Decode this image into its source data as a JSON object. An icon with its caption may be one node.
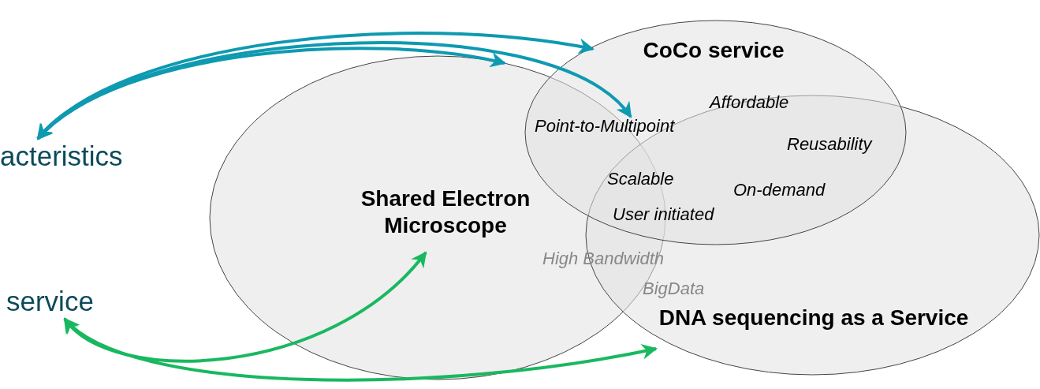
{
  "diagram": {
    "nodes": [
      {
        "text": [
          "acteristics"
        ]
      },
      {
        "text": [
          "service"
        ]
      },
      {
        "text": [
          "Shared Electron Microscope"
        ]
      },
      {
        "text": [
          "CoCo service"
        ]
      },
      {
        "text": [
          "DNA sequencing as a Service"
        ]
      },
      {
        "text": [
          "Point-to-Multipoint"
        ],
        "in": 3
      }
    ],
    "edges": [
      {
        "from": 0,
        "to": 3,
        "arrow": "both"
      },
      {
        "from": 0,
        "to": 2,
        "arrow": "both"
      },
      {
        "from": 0,
        "to": 5,
        "arrow": "both"
      },
      {
        "from": 1,
        "to": 2,
        "arrow": "both",
        "color": "#19b860"
      },
      {
        "from": 1,
        "to": 4,
        "arrow": "both",
        "color": "#19b860"
      }
    ],
    "labels": [
      "Affordable",
      "Reusability",
      "Scalable",
      "On-demand",
      "User initiated",
      "High Bandwidth",
      "BigData"
    ]
  }
}
